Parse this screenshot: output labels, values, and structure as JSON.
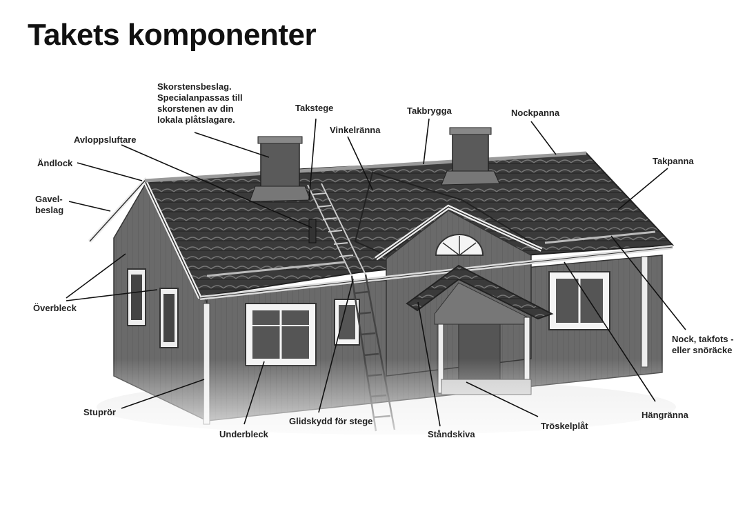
{
  "title": "Takets komponenter",
  "labels": {
    "skorstensbeslag": [
      "Skorstensbeslag.",
      "Specialanpassas till",
      "skorstenen av din",
      "lokala plåtslagare."
    ],
    "takstege": "Takstege",
    "takbrygga": "Takbrygga",
    "nockpanna": "Nockpanna",
    "vinkelranna": "Vinkelränna",
    "avloppsluftare": "Avloppsluftare",
    "andlock": "Ändlock",
    "takpanna": "Takpanna",
    "gavelbeslag": [
      "Gavel-",
      "beslag"
    ],
    "overbleck": "Överbleck",
    "nock_takfots": [
      "Nock, takfots -",
      "eller snöräcke"
    ],
    "stuprор": "Stuprör",
    "underbleck": "Underbleck",
    "glidskydd": "Glidskydd för stege",
    "standskiva": "Ståndskiva",
    "troskelplat": "Tröskelplåt",
    "hangranna": "Hängränna"
  }
}
